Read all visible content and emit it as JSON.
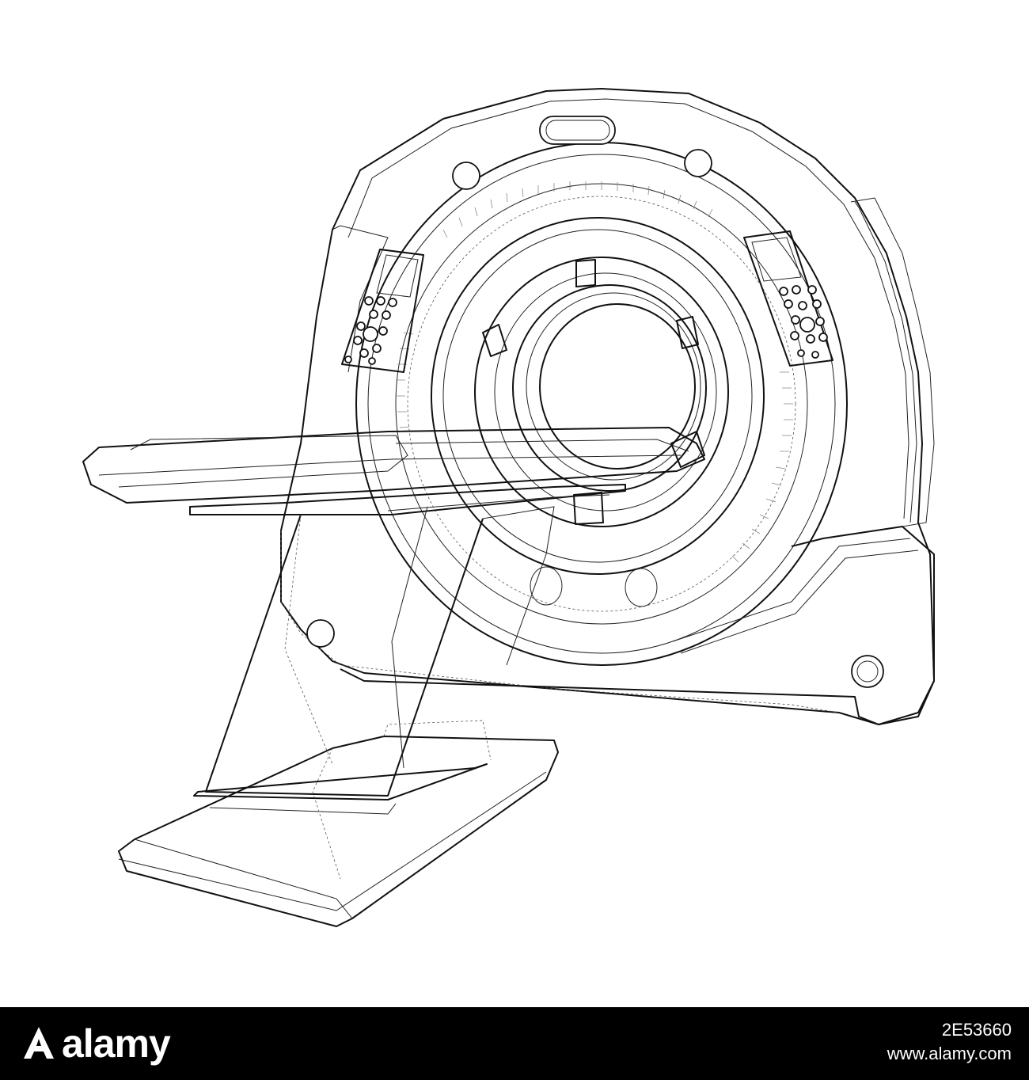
{
  "footer": {
    "brand": "alamy",
    "image_id": "2E53660",
    "url": "www.alamy.com"
  },
  "colors": {
    "footer_background": "#000000",
    "footer_text": "#ffffff",
    "line_art": "#111111"
  },
  "icons": {
    "logo": "alamy-a-logo-icon"
  }
}
